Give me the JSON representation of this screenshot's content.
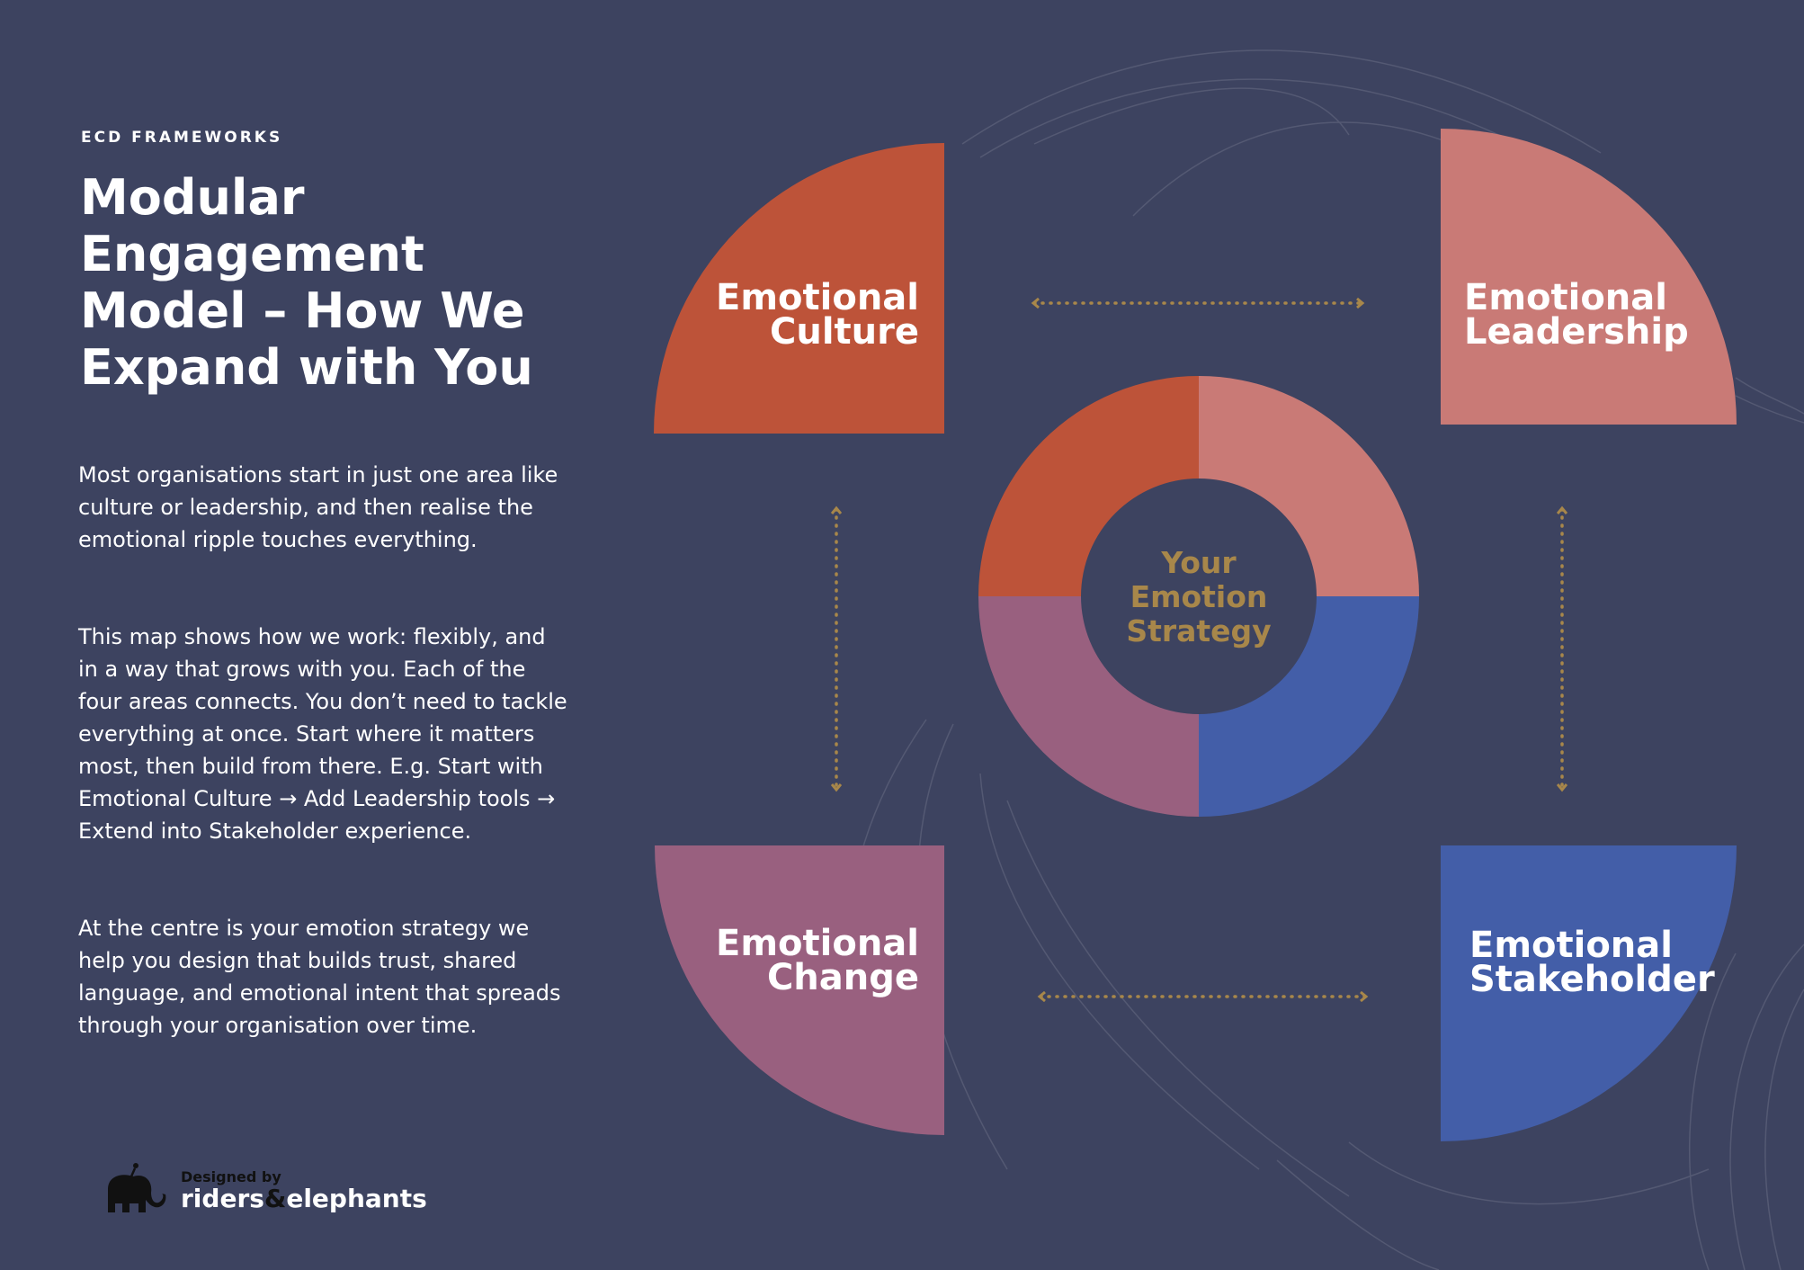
{
  "header": {
    "eyebrow": "ECD FRAMEWORKS",
    "title": "Modular Engagement Model – How We Expand with You"
  },
  "body": {
    "paragraphs": [
      "Most organisations start in just one area like culture or leadership, and then realise the emotional ripple touches everything.",
      "This map shows how we work: flexibly, and in a way that grows with you. Each of the four areas connects. You don’t need to tackle everything at once. Start where it matters most, then build from there. E.g. Start with Emotional Culture → Add Leadership tools → Extend into Stakeholder experience.",
      "At the centre is your emotion strategy we help you design that builds trust, shared language, and emotional intent that spreads through your organisation over time."
    ]
  },
  "diagram": {
    "center_label": "Your Emotion Strategy",
    "quadrants": [
      {
        "line1": "Emotional",
        "line2": "Culture",
        "color": "#bd5339"
      },
      {
        "line1": "Emotional",
        "line2": "Leadership",
        "color": "#c97a76"
      },
      {
        "line1": "Emotional",
        "line2": "Change",
        "color": "#99607f"
      },
      {
        "line1": "Emotional",
        "line2": "Stakeholder",
        "color": "#435ea8"
      }
    ],
    "arrow_color": "#a8874a",
    "background": "#3d4360"
  },
  "footer": {
    "designed_by": "Designed by",
    "brand_part1": "riders",
    "brand_amp": "&",
    "brand_part2": "elephants"
  }
}
